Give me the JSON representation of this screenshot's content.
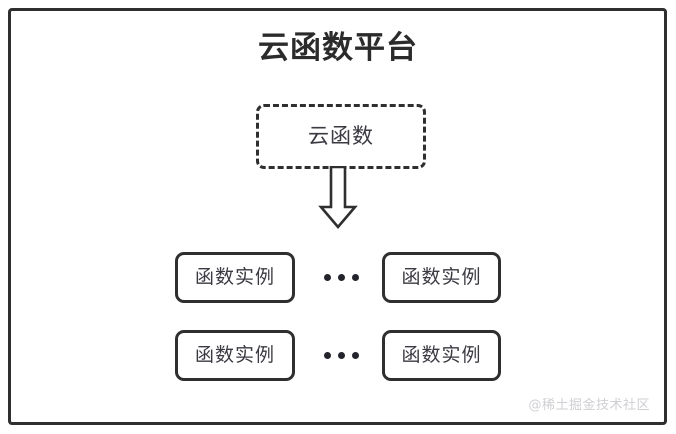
{
  "diagram": {
    "title": "云函数平台",
    "colors": {
      "stroke": "#2f2f2f",
      "text": "#3a3a42",
      "title_text": "#2b2b2b",
      "background": "#ffffff",
      "dot": "#23232b",
      "watermark": "#cfcfd3"
    },
    "cloud_function": {
      "label": "云函数",
      "border_style": "dashed"
    },
    "arrow": {
      "icon": "arrow-down-outline-icon",
      "direction": "down"
    },
    "rows": [
      {
        "left_instance": "函数实例",
        "ellipsis": "…",
        "right_instance": "函数实例"
      },
      {
        "left_instance": "函数实例",
        "ellipsis": "…",
        "right_instance": "函数实例"
      }
    ],
    "watermark": "@稀土掘金技术社区"
  }
}
